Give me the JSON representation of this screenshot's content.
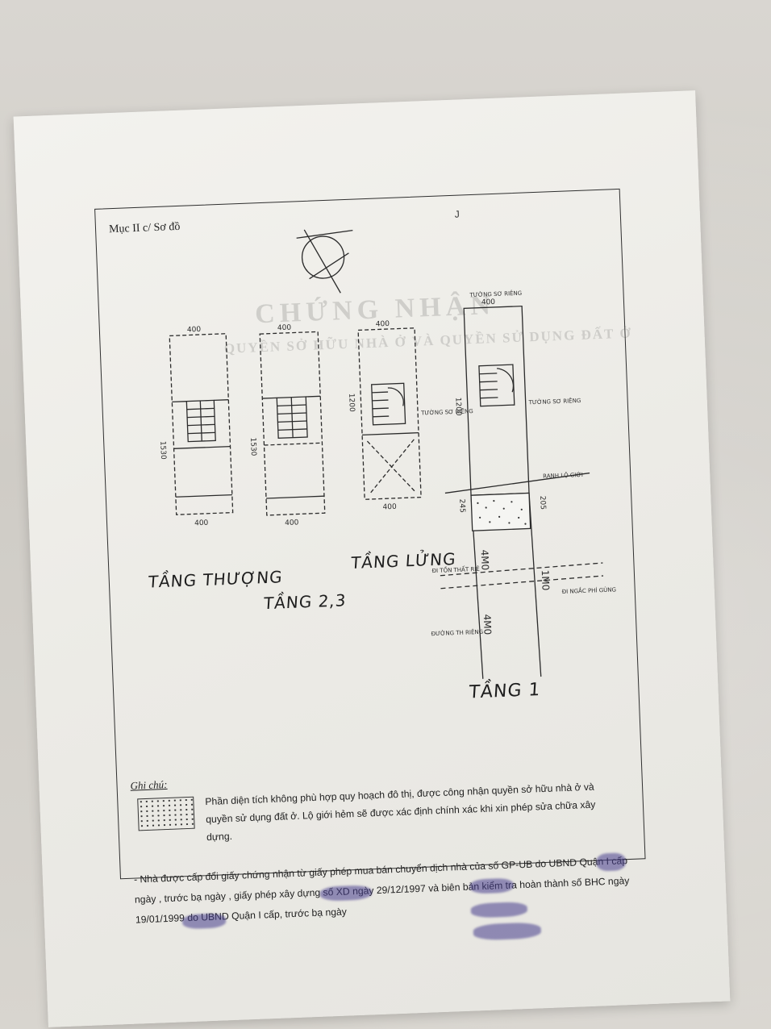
{
  "document": {
    "section_label": "Mục II c/ Sơ đồ",
    "corner_mark": "J",
    "floor_labels": {
      "roof": "TẦNG THƯỢNG",
      "mezzanine": "TẦNG LỬNG",
      "floors_2_3": "TẦNG 2,3",
      "ground": "TẦNG 1"
    },
    "plan_annotations": {
      "shared_wall_top": "TƯỜNG SƠ RIÊNG",
      "private_wall_mezz": "TƯỜNG SƠ RIÊNG",
      "private_wall_right": "TƯỜNG SƠ RIÊNG",
      "boundary": "RANH LỘ GIỚI",
      "alley_left": "ĐI TỒN THẤT RIÊ",
      "alley_right": "ĐI NGẮC PHÍ GÙNG",
      "alley_bottom": "ĐƯỜNG TH RIÊNG"
    },
    "dimensions": {
      "width_400": "400",
      "depth_1200": "1200",
      "depth_1530": "1530",
      "depth_245": "245",
      "depth_205": "205",
      "alley_4m": "4M0",
      "alley_1m": "1M0"
    },
    "background_bleed": {
      "title": "CHỨNG NHẬN",
      "subtitle": "QUYỀN SỞ HỮU NHÀ Ở VÀ QUYỀN SỬ DỤNG ĐẤT Ở"
    },
    "note": {
      "title": "Ghi chú:",
      "text": "Phần diện tích không phù hợp quy hoạch đô thị, được công nhận quyền sở hữu nhà ở và quyền sử dụng đất ở. Lộ giới hẻm sẽ được xác định chính xác khi xin phép sửa chữa xây dựng."
    },
    "footer": {
      "text": "- Nhà được cấp đổi giấy chứng nhận từ giấy phép mua bán chuyển dịch nhà của số GP-UB do UBND Quận I cấp ngày , trước bạ ngày , giấy phép xây dựng số XD ngày 29/12/1997 và biên bản kiểm tra hoàn thành số BHC ngày 19/01/1999 do UBND Quận I cấp, trước bạ ngày"
    }
  }
}
